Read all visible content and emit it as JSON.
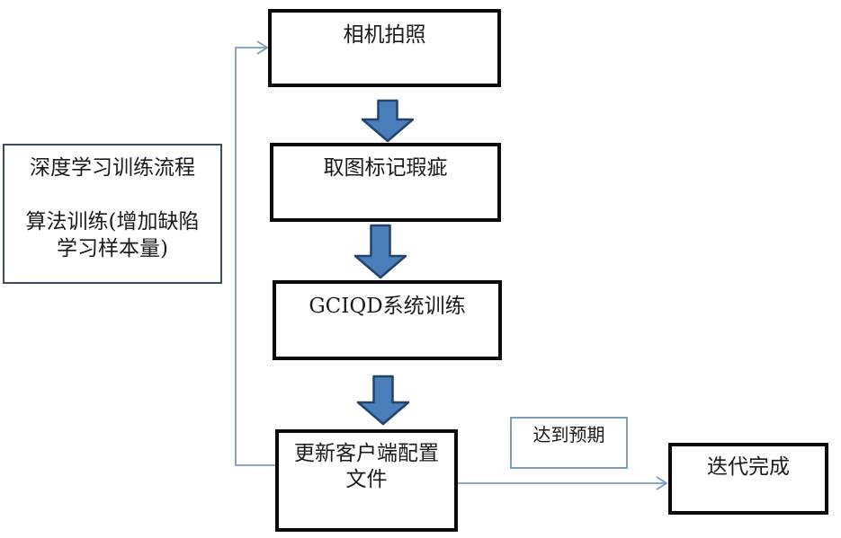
{
  "flowchart": {
    "side_note": {
      "line1": "深度学习训练流程",
      "line2": "算法训练(增加缺陷",
      "line3": "学习样本量)"
    },
    "steps": [
      {
        "label": "相机拍照"
      },
      {
        "label": "取图标记瑕疵"
      },
      {
        "label": "GCIQD系统训练"
      },
      {
        "label_line1": "更新客户端配置",
        "label_line2": "文件"
      }
    ],
    "condition_label": "达到预期",
    "end_label": "迭代完成",
    "colors": {
      "step_border": "#0a0a0a",
      "note_border": "#3d4b61",
      "condition_border": "#7f9db9",
      "connector": "#7d99c2",
      "block_arrow_fill": "#4a7ebb",
      "block_arrow_border": "#24436b",
      "background": "#ffffff",
      "text": "#1a1a1a"
    }
  }
}
